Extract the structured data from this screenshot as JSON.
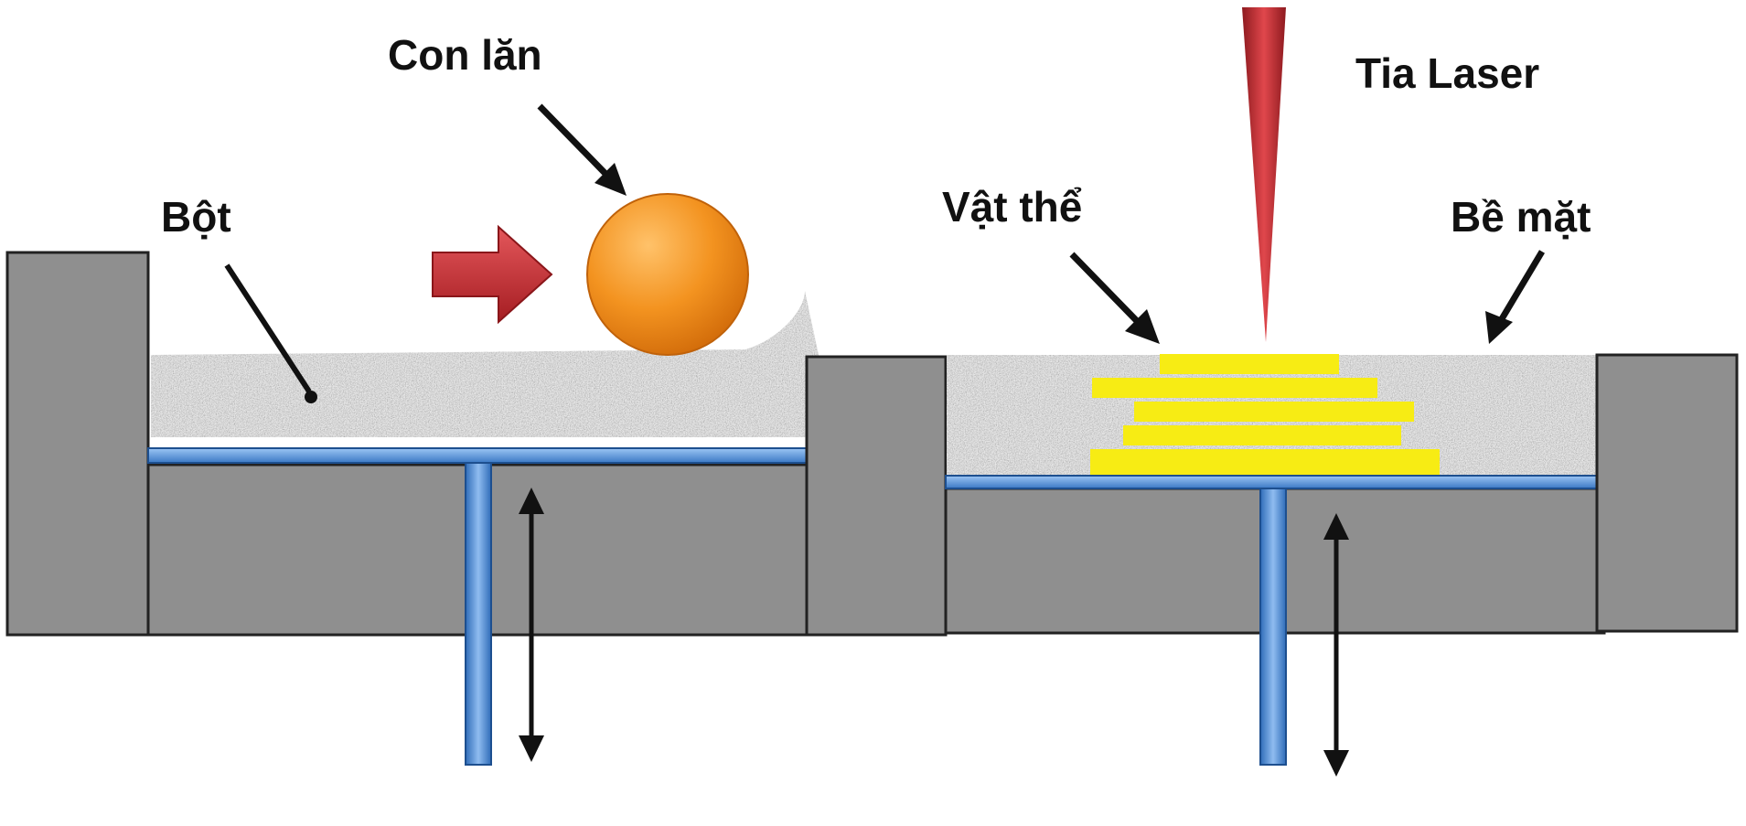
{
  "labels": {
    "roller": "Con lăn",
    "powder": "Bột",
    "laser": "Tia Laser",
    "object": "Vật thể",
    "surface": "Bề mặt"
  },
  "colors": {
    "wall": "#8f8f8f",
    "piston": "#4a86d0",
    "roller": "#f0921e",
    "push_arrow": "#c8272e",
    "laser": "#c0272d",
    "object_layers": "#f7ec14",
    "powder_light": "#d2d2d2",
    "powder_dark": "#5a5a5a"
  },
  "icons": {
    "push_arrow": "right-arrow-icon",
    "piston_motion": "up-down-arrow-icon"
  }
}
